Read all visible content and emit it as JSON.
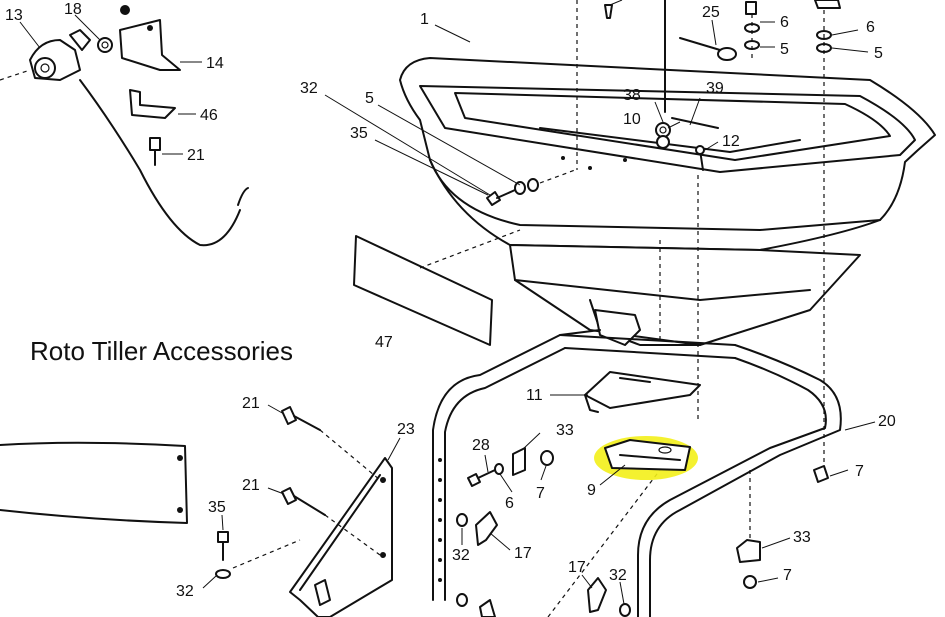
{
  "caption": "Roto Tiller Accessories",
  "callouts": {
    "c1": "1",
    "c5a": "5",
    "c5b": "5",
    "c5c": "5",
    "c6a": "6",
    "c6b": "6",
    "c6c": "6",
    "c7a": "7",
    "c7b": "7",
    "c7c": "7",
    "c9": "9",
    "c10": "10",
    "c11": "11",
    "c12": "12",
    "c13": "13",
    "c14": "14",
    "c17a": "17",
    "c17b": "17",
    "c18": "18",
    "c20": "20",
    "c21a": "21",
    "c21b": "21",
    "c21c": "21",
    "c23": "23",
    "c25": "25",
    "c28": "28",
    "c32a": "32",
    "c32b": "32",
    "c32c": "32",
    "c32d": "32",
    "c33a": "33",
    "c33b": "33",
    "c35a": "35",
    "c35b": "35",
    "c38": "38",
    "c39": "39",
    "c46": "46",
    "c47": "47"
  },
  "highlight_color": "#f3f01a",
  "line_color": "#111111"
}
